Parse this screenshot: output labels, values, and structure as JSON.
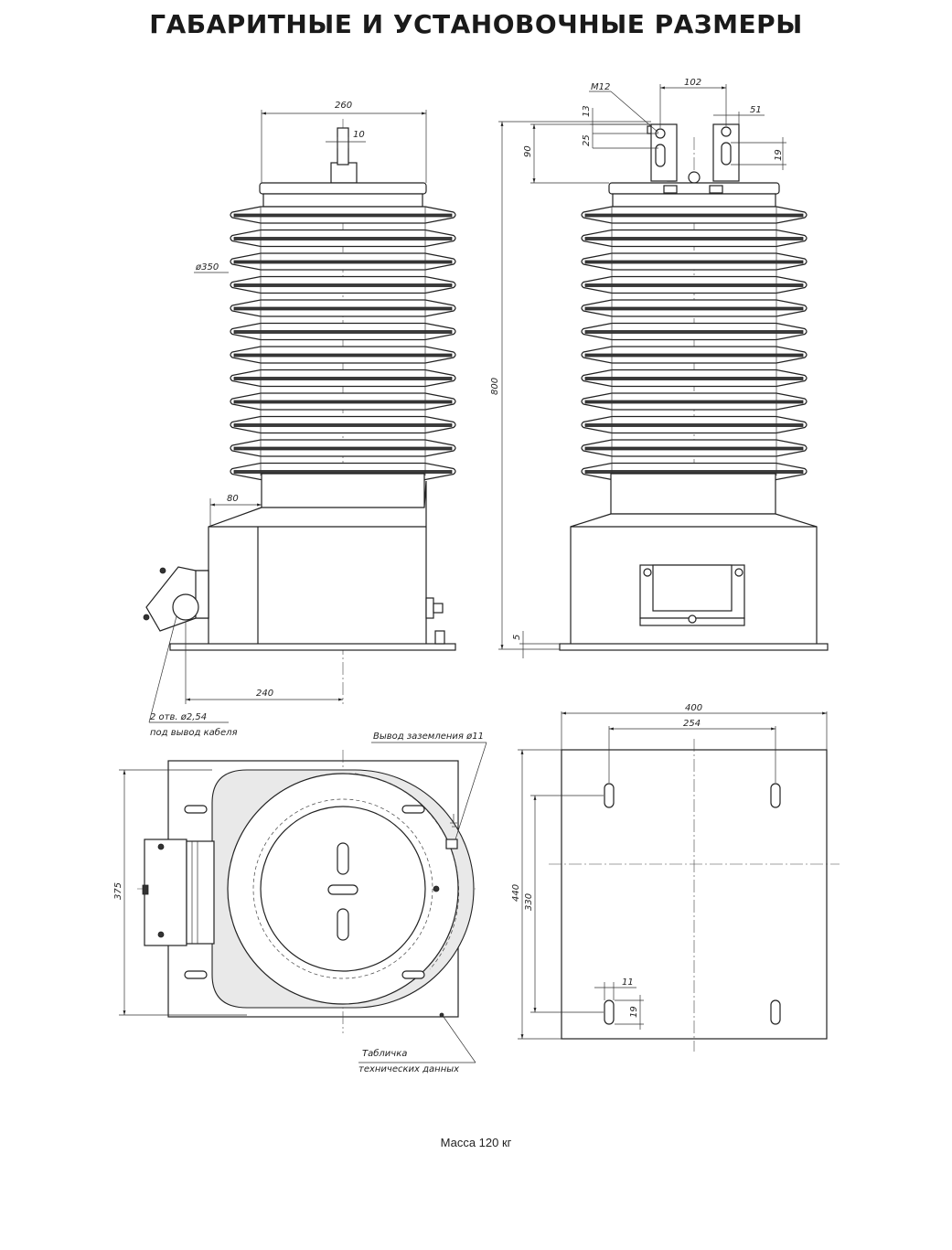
{
  "title": "ГАБАРИТНЫЕ И УСТАНОВОЧНЫЕ РАЗМЕРЫ",
  "mass": "Масса 120 кг",
  "front": {
    "d260": "260",
    "d10": "10",
    "d350": "ø350",
    "d80": "80",
    "d240": "240",
    "holes_note_1": "2 отв. ø2,54",
    "holes_note_2": "под вывод кабеля"
  },
  "side": {
    "m12": "М12",
    "d102": "102",
    "d51": "51",
    "d13": "13",
    "d25": "25",
    "d90": "90",
    "d19": "19",
    "d800": "800",
    "d5": "5"
  },
  "top": {
    "ground_label": "Вывод заземления ø11",
    "d375": "375",
    "plate_label_1": "Табличка",
    "plate_label_2": "технических данных"
  },
  "base": {
    "d400": "400",
    "d254": "254",
    "d440": "440",
    "d330": "330",
    "d11": "11",
    "d19": "19"
  }
}
